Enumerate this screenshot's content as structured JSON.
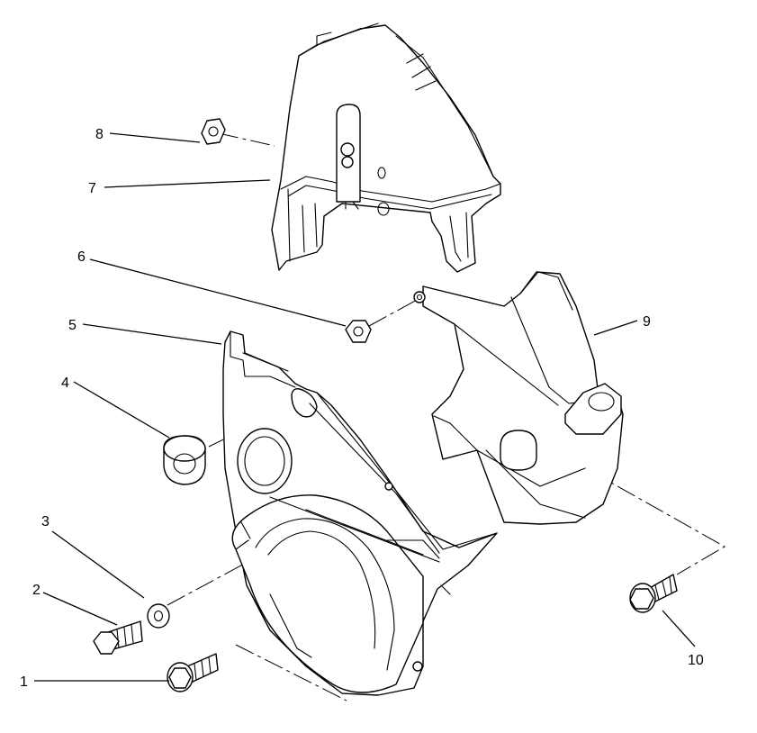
{
  "callouts": [
    {
      "id": 1,
      "label": "1"
    },
    {
      "id": 2,
      "label": "2"
    },
    {
      "id": 3,
      "label": "3"
    },
    {
      "id": 4,
      "label": "4"
    },
    {
      "id": 5,
      "label": "5"
    },
    {
      "id": 6,
      "label": "6"
    },
    {
      "id": 7,
      "label": "7"
    },
    {
      "id": 8,
      "label": "8"
    },
    {
      "id": 9,
      "label": "9"
    },
    {
      "id": 10,
      "label": "10"
    }
  ]
}
